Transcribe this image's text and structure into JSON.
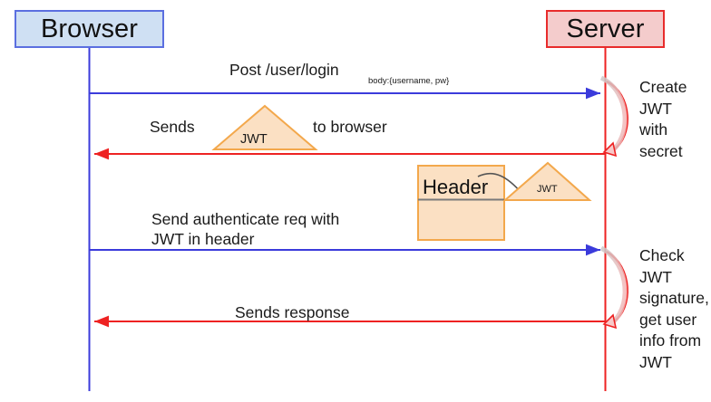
{
  "diagram": {
    "title": "JWT authentication sequence diagram",
    "type": "sequence-diagram",
    "colors": {
      "browser_fill": "#cfe0f3",
      "browser_stroke": "#5b6fe0",
      "server_fill": "#f4cccc",
      "server_stroke": "#e82c2c",
      "request_arrow": "#3b3bdb",
      "response_arrow": "#ee2222",
      "artifact_fill": "#fbe0c3",
      "artifact_stroke": "#f3a84c",
      "connector": "#555555",
      "divider": "#7a7a7a",
      "text": "#1a1a1a",
      "background": "#ffffff"
    },
    "participants": [
      {
        "id": "browser",
        "label": "Browser"
      },
      {
        "id": "server",
        "label": "Server"
      }
    ],
    "messages": [
      {
        "id": "post-login",
        "label": "Post /user/login",
        "sublabel": "body:{username, pw}",
        "direction": "browser-to-server",
        "color": "request"
      },
      {
        "id": "sends-jwt",
        "label_before": "Sends",
        "label_after": "to browser",
        "direction": "server-to-browser",
        "color": "response"
      },
      {
        "id": "authenticate-req",
        "label_line1": "Send authenticate req with",
        "label_line2": "JWT in header",
        "direction": "browser-to-server",
        "color": "request"
      },
      {
        "id": "sends-response",
        "label": "Sends response",
        "direction": "server-to-browser",
        "color": "response"
      }
    ],
    "self_notes": [
      {
        "id": "create-jwt",
        "lines": [
          "Create",
          "JWT",
          "with",
          "secret"
        ],
        "text": "Create\nJWT\nwith\nsecret"
      },
      {
        "id": "check-jwt",
        "lines": [
          "Check",
          "JWT",
          "signature,",
          "get user",
          "info from",
          "JWT"
        ],
        "text": "Check\nJWT\nsignature,\nget user\ninfo from\nJWT"
      }
    ],
    "artifacts": [
      {
        "id": "jwt-token-1",
        "shape": "triangle",
        "label": "JWT"
      },
      {
        "id": "jwt-token-2",
        "shape": "triangle",
        "label": "JWT"
      },
      {
        "id": "http-header",
        "shape": "rectangle",
        "label": "Header"
      }
    ]
  }
}
